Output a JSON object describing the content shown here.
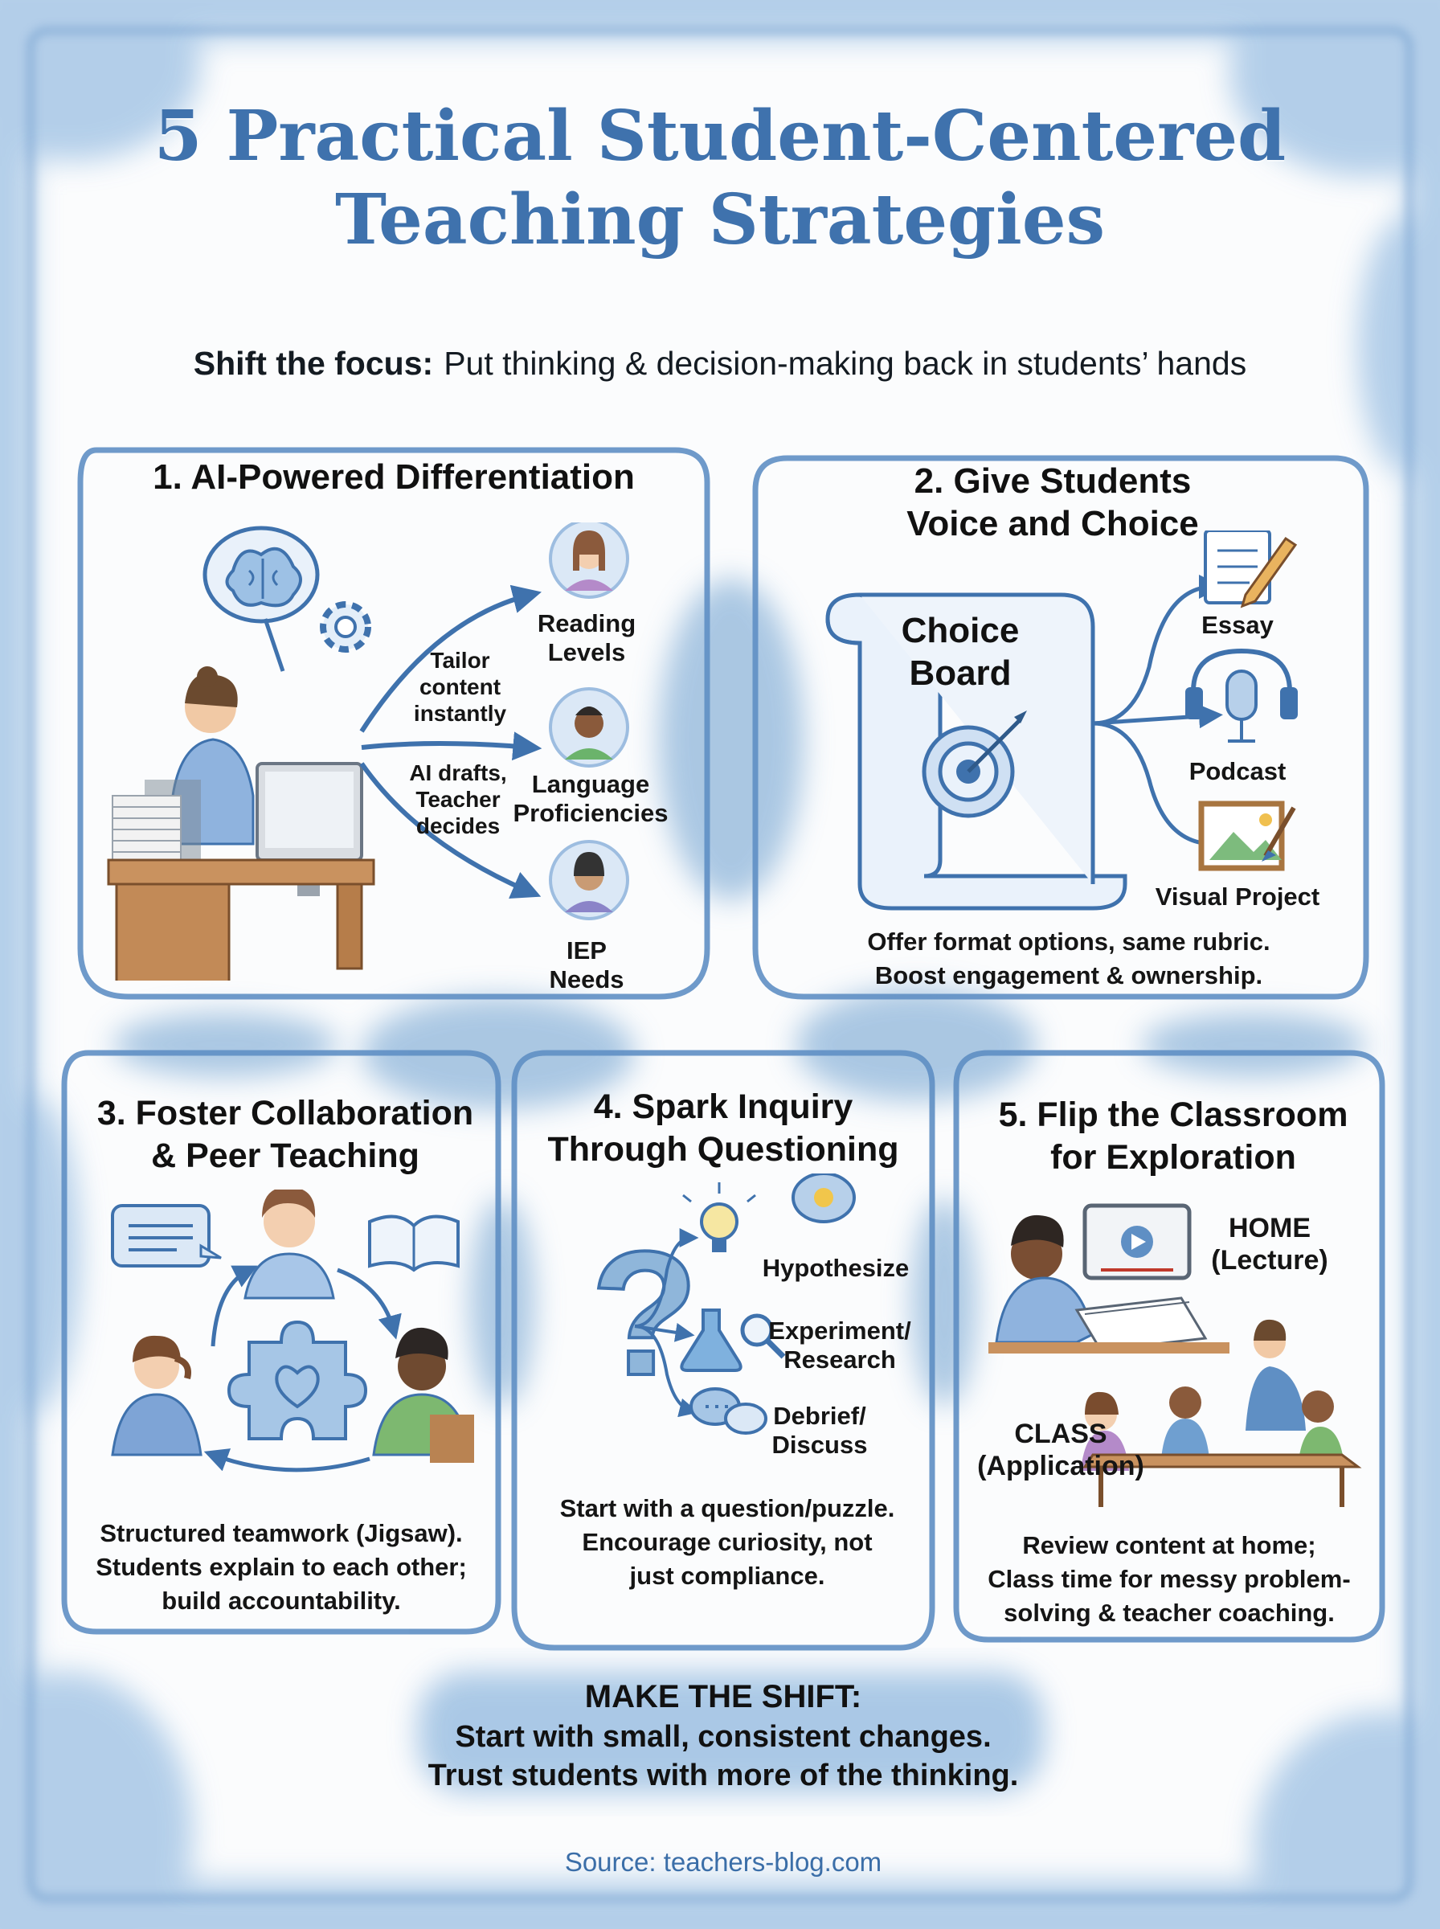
{
  "header": {
    "title_line1": "5 Practical Student-Centered",
    "title_line2": "Teaching Strategies",
    "subtitle_bold": "Shift the focus:",
    "subtitle_rest": "Put thinking & decision-making back in students’ hands"
  },
  "panel1": {
    "title": "1. AI-Powered Differentiation",
    "note1": [
      "Tailor",
      "content",
      "instantly"
    ],
    "note2": [
      "AI drafts,",
      "Teacher",
      "decides"
    ],
    "outputs": [
      [
        "Reading",
        "Levels"
      ],
      [
        "Language",
        "Proficiencies"
      ],
      [
        "IEP",
        "Needs"
      ]
    ]
  },
  "panel2": {
    "title_line1": "2. Give Students",
    "title_line2": "Voice and Choice",
    "board_line1": "Choice",
    "board_line2": "Board",
    "options": [
      "Essay",
      "Podcast",
      "Visual Project"
    ],
    "desc_line1": "Offer format options, same rubric.",
    "desc_line2": "Boost engagement & ownership."
  },
  "panel3": {
    "title_line1": "3. Foster Collaboration",
    "title_line2": "& Peer Teaching",
    "desc": [
      "Structured teamwork (Jigsaw).",
      "Students explain to each other;",
      "build accountability."
    ]
  },
  "panel4": {
    "title_line1": "4. Spark Inquiry",
    "title_line2": "Through Questioning",
    "steps": [
      [
        "Hypothesize"
      ],
      [
        "Experiment/",
        "Research"
      ],
      [
        "Debrief/",
        "Discuss"
      ]
    ],
    "desc": [
      "Start with a question/puzzle.",
      "Encourage curiosity, not",
      "just compliance."
    ]
  },
  "panel5": {
    "title_line1": "5. Flip the Classroom",
    "title_line2": "for Exploration",
    "home": [
      "HOME",
      "(Lecture)"
    ],
    "class": [
      "CLASS",
      "(Application)"
    ],
    "desc": [
      "Review content at home;",
      "Class time for messy problem-",
      "solving & teacher coaching."
    ]
  },
  "footer": {
    "heading": "MAKE THE SHIFT:",
    "line1": "Start with small, consistent changes.",
    "line2": "Trust students with more of the thinking.",
    "source": "Source: teachers-blog.com"
  },
  "colors": {
    "accent_blue": "#3f72ad",
    "watercolor_blue": "#8fb6da",
    "panel_border": "#5f8fc4",
    "desk_brown": "#b98352"
  }
}
